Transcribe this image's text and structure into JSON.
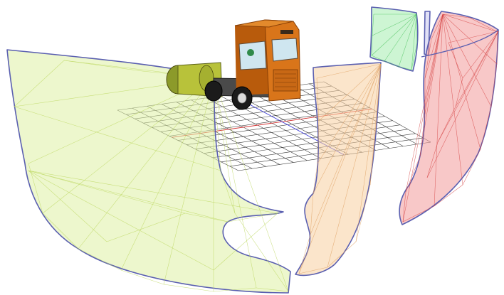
{
  "figure": {
    "description_colors": {
      "yellow_panel": "#dff0a4",
      "yellow_mesh": "#b9d65a",
      "orange_panel": "#f7cfa0",
      "orange_mesh": "#dd9e5e",
      "green_panel": "#a4ecae",
      "green_mesh": "#49c25c",
      "red_panel": "#f39a9a",
      "red_mesh": "#d44040",
      "outline": "#5a5fb0",
      "truck_cab": "#d9751a",
      "trailer_hitch": "#b8c23a"
    },
    "objects": [
      "yellow-view-panel",
      "orange-view-panel",
      "green-view-panel",
      "red-view-panel",
      "truck-model",
      "ground-grid"
    ]
  }
}
